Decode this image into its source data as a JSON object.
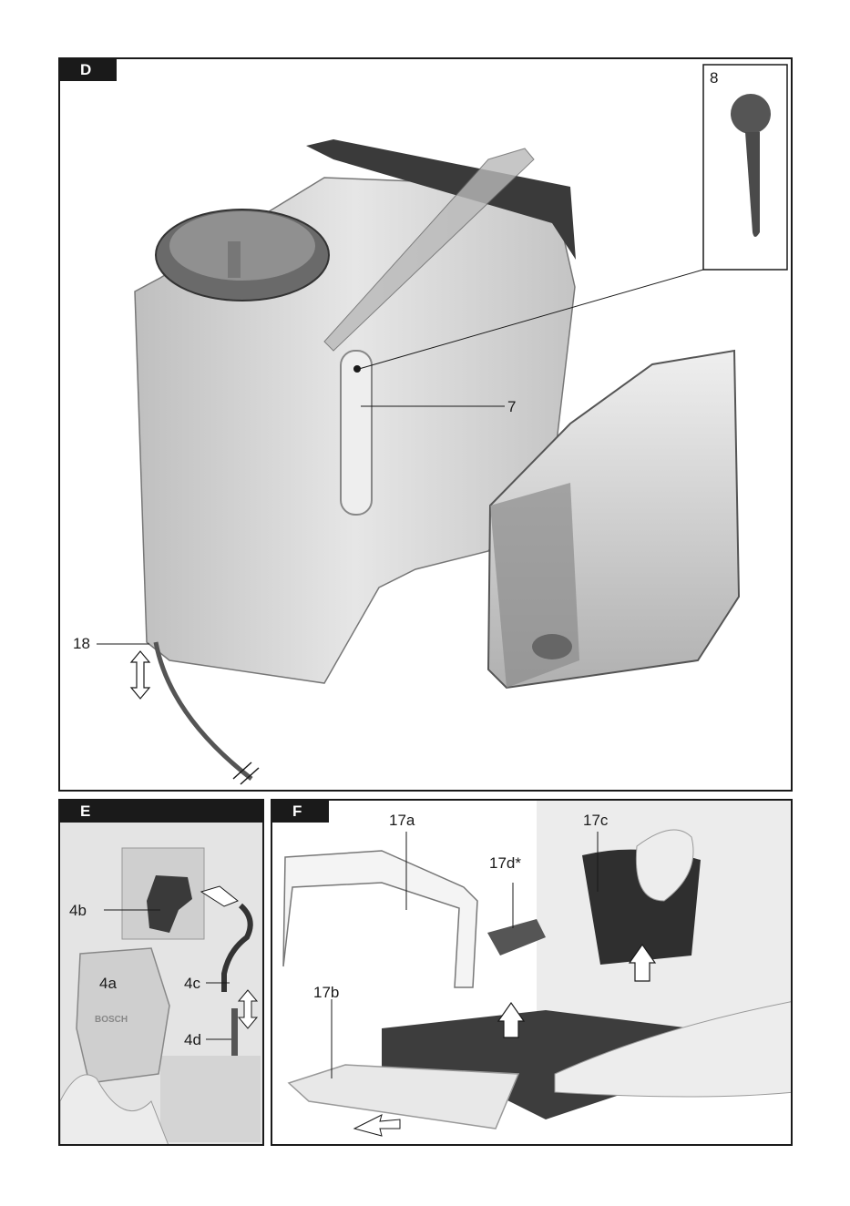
{
  "panels": {
    "d": {
      "tab": "D",
      "labels": {
        "scoop": "8",
        "scoop_slot": "7",
        "hose_outlet": "18"
      }
    },
    "e": {
      "tab": "E",
      "labels": {
        "drip_part": "4b",
        "cover": "4a",
        "hose_bend": "4c",
        "tube": "4d"
      },
      "brand_text": "BOSCH"
    },
    "f": {
      "tab": "F",
      "labels": {
        "tray_panel": "17a",
        "grid": "17b",
        "container": "17c",
        "float": "17d*"
      }
    }
  },
  "colors": {
    "frame": "#1a1a1a",
    "machine_body": "#d6d6d6",
    "dark_part": "#3a3a3a",
    "accent_gray": "#8a8a8a"
  }
}
